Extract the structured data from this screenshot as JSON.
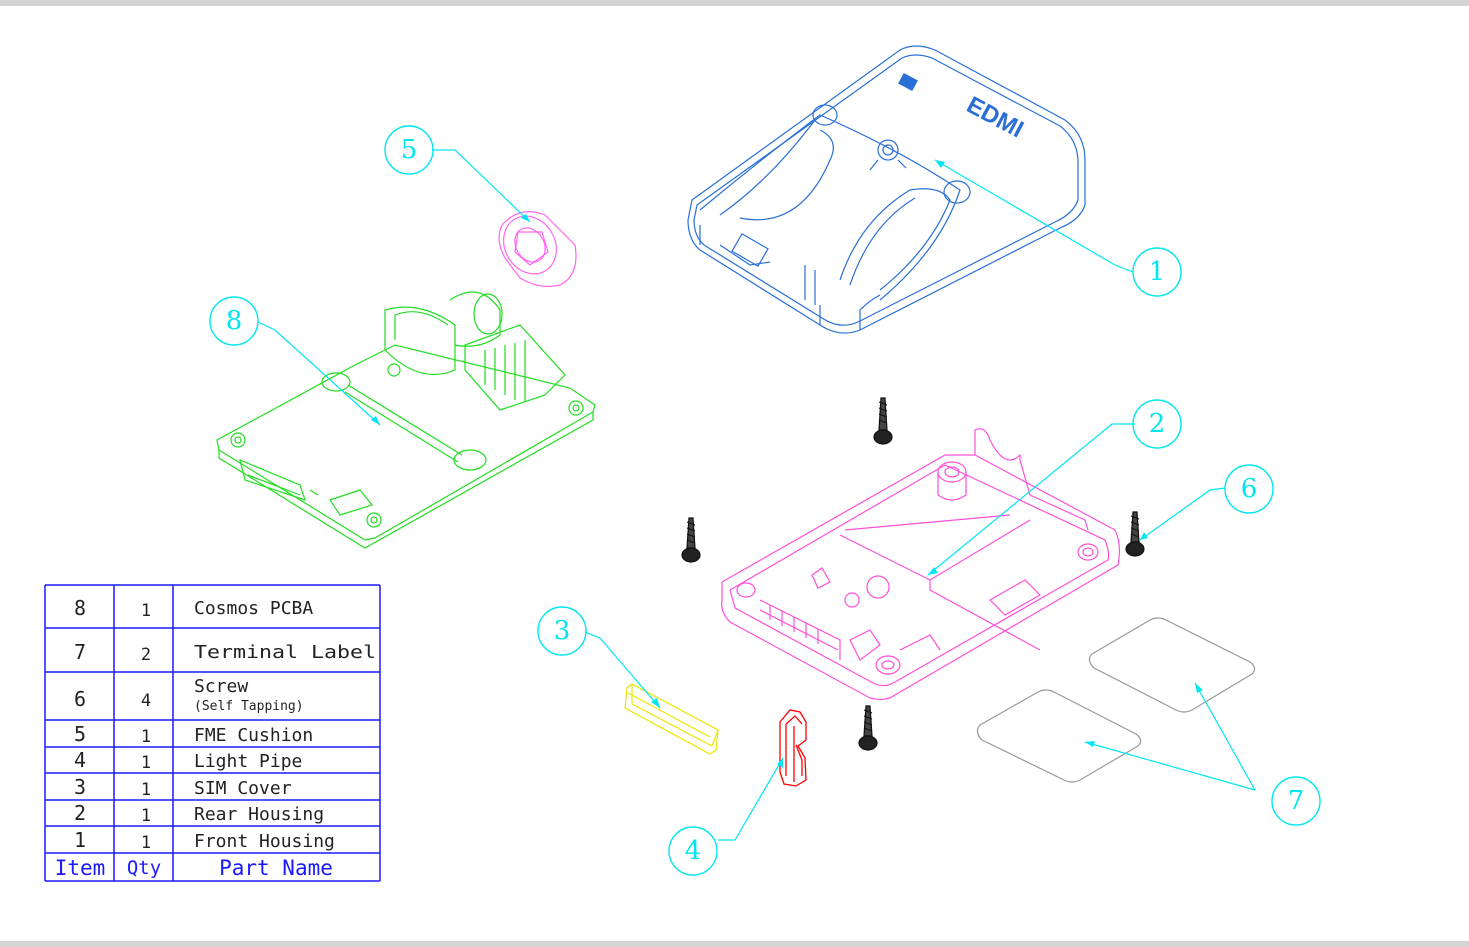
{
  "colors": {
    "balloon": "#00e6f0",
    "table_lines": "#1a1aff",
    "front_housing": "#2a6fd6",
    "rear_housing": "#ff4fd8",
    "pcba": "#22dd22",
    "cushion": "#ff66ee",
    "sim_cover": "#e8e800",
    "light_pipe": "#ff0000",
    "label": "#999999",
    "screw": "#111111"
  },
  "front_housing": {
    "logo_text": "EDMI"
  },
  "balloons": [
    {
      "id": "1",
      "label": "1"
    },
    {
      "id": "2",
      "label": "2"
    },
    {
      "id": "3",
      "label": "3"
    },
    {
      "id": "4",
      "label": "4"
    },
    {
      "id": "5",
      "label": "5"
    },
    {
      "id": "6",
      "label": "6"
    },
    {
      "id": "7",
      "label": "7"
    },
    {
      "id": "8",
      "label": "8"
    }
  ],
  "bom": {
    "headers": {
      "item": "Item",
      "qty": "Qty",
      "name": "Part Name"
    },
    "rows": [
      {
        "item": "8",
        "qty": "1",
        "name": "Cosmos PCBA",
        "note": ""
      },
      {
        "item": "7",
        "qty": "2",
        "name": "Terminal Label",
        "note": ""
      },
      {
        "item": "6",
        "qty": "4",
        "name": "Screw",
        "note": "(Self Tapping)"
      },
      {
        "item": "5",
        "qty": "1",
        "name": "FME Cushion",
        "note": ""
      },
      {
        "item": "4",
        "qty": "1",
        "name": "Light Pipe",
        "note": ""
      },
      {
        "item": "3",
        "qty": "1",
        "name": "SIM Cover",
        "note": ""
      },
      {
        "item": "2",
        "qty": "1",
        "name": "Rear Housing",
        "note": ""
      },
      {
        "item": "1",
        "qty": "1",
        "name": "Front Housing",
        "note": ""
      }
    ]
  }
}
